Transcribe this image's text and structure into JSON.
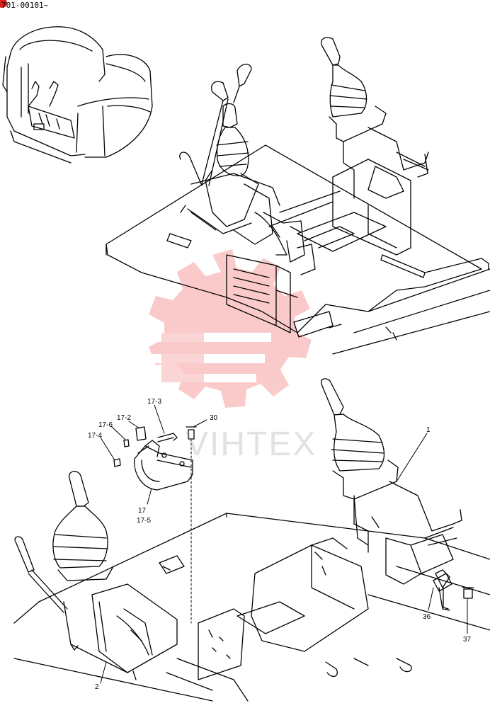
{
  "header": {
    "serial_text": "701-00101~"
  },
  "watermark": {
    "text": "VIHTEX",
    "color": "#f26a6a"
  },
  "colors": {
    "ink": "#000000",
    "accent_dot": "#e0201f"
  },
  "callouts": {
    "p17_3": "17-3",
    "p17_2": "17-2",
    "p17_6": "17-6",
    "p17_4": "17-4",
    "p30": "30",
    "p17": "17",
    "p17_5": "17-5",
    "p1": "1",
    "p36": "36",
    "p37": "37",
    "p2": "2"
  }
}
